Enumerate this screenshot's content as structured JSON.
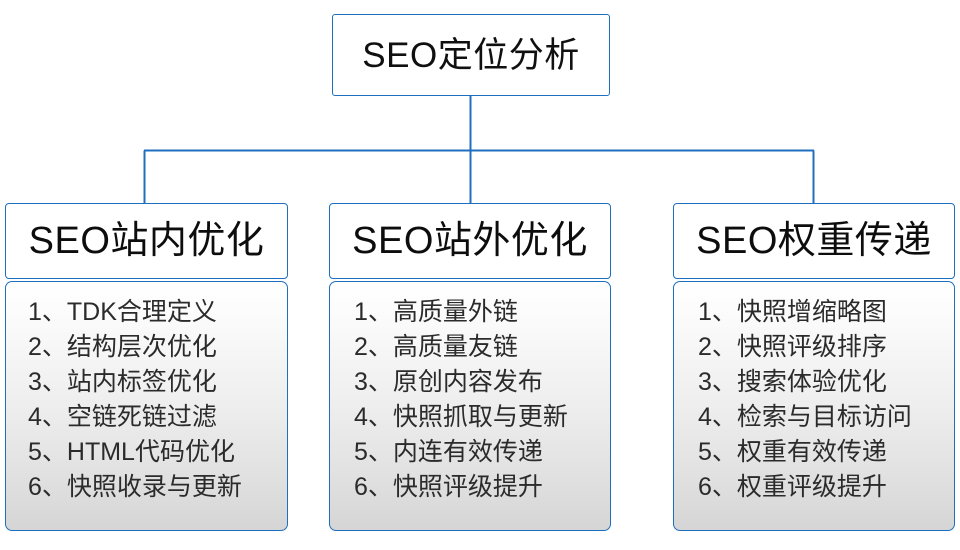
{
  "diagram": {
    "type": "tree-hierarchy",
    "root": {
      "label": "SEO定位分析"
    },
    "colors": {
      "border": "#1f6fc0",
      "connector": "#1f6fc0",
      "root_fill": "#ffffff",
      "header_fill": "#ffffff",
      "body_gradient_top": "#ffffff",
      "body_gradient_bottom": "#d5d5d5",
      "heading_text": "#0d0d0d",
      "item_text": "#2b2b2b"
    },
    "branches": [
      {
        "heading": "SEO站内优化",
        "items": [
          "1、TDK合理定义",
          "2、结构层次优化",
          "3、站内标签优化",
          "4、空链死链过滤",
          "5、HTML代码优化",
          "6、快照收录与更新"
        ]
      },
      {
        "heading": "SEO站外优化",
        "items": [
          "1、高质量外链",
          "2、高质量友链",
          "3、原创内容发布",
          "4、快照抓取与更新",
          "5、内连有效传递",
          "6、快照评级提升"
        ]
      },
      {
        "heading": "SEO权重传递",
        "items": [
          "1、快照增缩略图",
          "2、快照评级排序",
          "3、搜索体验优化",
          "4、检索与目标访问",
          "5、权重有效传递",
          "6、权重评级提升"
        ]
      }
    ]
  }
}
